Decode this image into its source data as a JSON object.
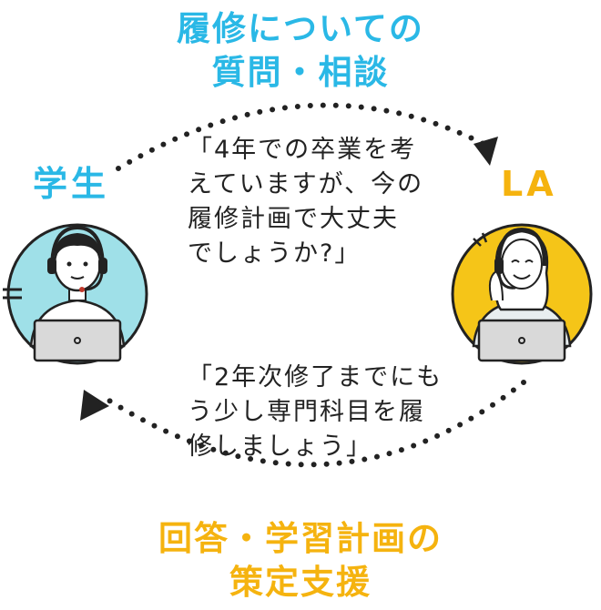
{
  "top_label": {
    "line1": "履修についての",
    "line2": "質問・相談"
  },
  "bottom_label": {
    "line1": "回答・学習計画の",
    "line2": "策定支援"
  },
  "roles": {
    "student": "学生",
    "la": "LA"
  },
  "quotes": {
    "student_question": "「4年での卒業を考\nえていますが、今の\n履修計画で大丈夫\nでしょうか?」",
    "la_answer": "「2年次修了までにも\nう少し専門科目を履\n修しましょう」"
  },
  "colors": {
    "student_accent": "#2ab8e6",
    "la_accent": "#f5b30f",
    "student_bg": "#9fe0e8",
    "la_bg": "#f5c518",
    "ink": "#222222"
  },
  "icons": {
    "student": "student-with-headset-laptop-icon",
    "la": "la-woman-with-headset-laptop-icon"
  }
}
